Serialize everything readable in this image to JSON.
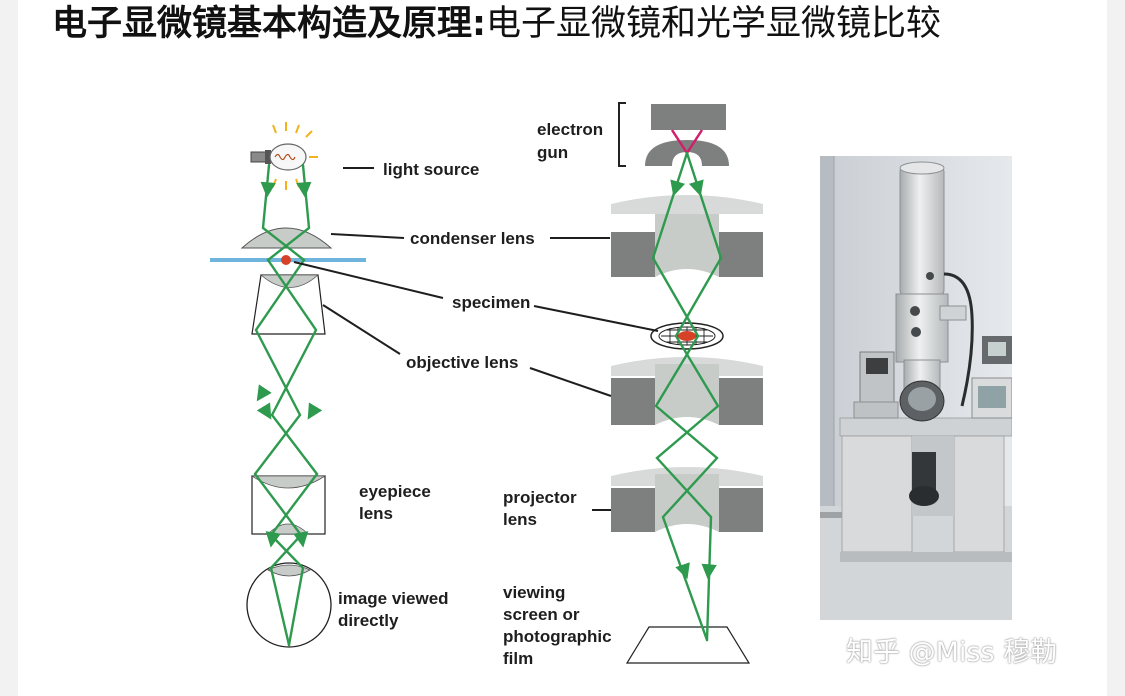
{
  "title": {
    "bold_part": "电子显微镜基本构造及原理:",
    "normal_part": "电子显微镜和光学显微镜比较"
  },
  "labels": {
    "light_source": "light source",
    "condenser_lens": "condenser lens",
    "specimen": "specimen",
    "objective_lens": "objective lens",
    "eyepiece_lens": [
      "eyepiece",
      "lens"
    ],
    "image_viewed_directly": [
      "image viewed",
      "directly"
    ],
    "electron_gun": [
      "electron",
      "gun"
    ],
    "projector_lens": [
      "projector",
      "lens"
    ],
    "viewing_screen": [
      "viewing",
      "screen or",
      "photographic",
      "film"
    ]
  },
  "watermark": "知乎 @Miss 穆勒",
  "colors": {
    "ray": "#2e9a4e",
    "lens_fill": "#c8ccc9",
    "magnet": "#7e8080",
    "specimen": "#d64227",
    "slide": "#6fb4dc",
    "electron_tip": "#d0206c"
  }
}
